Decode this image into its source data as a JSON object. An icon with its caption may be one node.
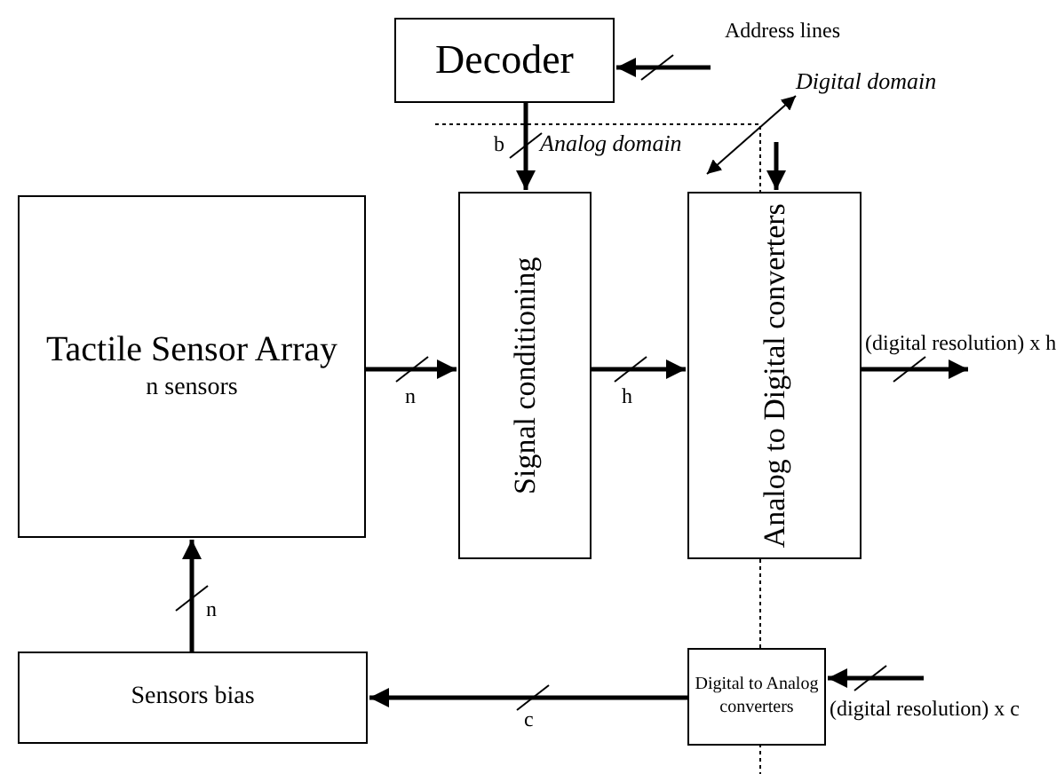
{
  "diagram": {
    "nodes": [
      {
        "text": [
          "Decoder"
        ]
      },
      {
        "text": [
          "Tactile Sensor Array",
          "n sensors"
        ]
      },
      {
        "text": [
          "Signal conditioning"
        ]
      },
      {
        "text": [
          "Analog to Digital converters"
        ]
      },
      {
        "text": [
          "Sensors bias"
        ]
      },
      {
        "text": [
          "Digital to Analog converters"
        ]
      }
    ],
    "edges": [
      {
        "from": null,
        "to": 0,
        "arrow": "to",
        "label": "Address lines"
      },
      {
        "from": 0,
        "to": 2,
        "arrow": "to",
        "label": "b"
      },
      {
        "from": 1,
        "to": 2,
        "arrow": "to",
        "label": "n"
      },
      {
        "from": 2,
        "to": 3,
        "arrow": "to",
        "label": "h"
      },
      {
        "from": 3,
        "to": null,
        "arrow": "to",
        "label": "(digital resolution) x h"
      },
      {
        "from": null,
        "to": 5,
        "arrow": "to",
        "label": "(digital resolution) x c"
      },
      {
        "from": 5,
        "to": 4,
        "arrow": "to",
        "label": "c"
      },
      {
        "from": 4,
        "to": 1,
        "arrow": "to",
        "label": "n"
      },
      {
        "from": null,
        "to": 3,
        "arrow": "to"
      }
    ],
    "labels": [
      "Digital domain",
      "Analog domain"
    ]
  }
}
